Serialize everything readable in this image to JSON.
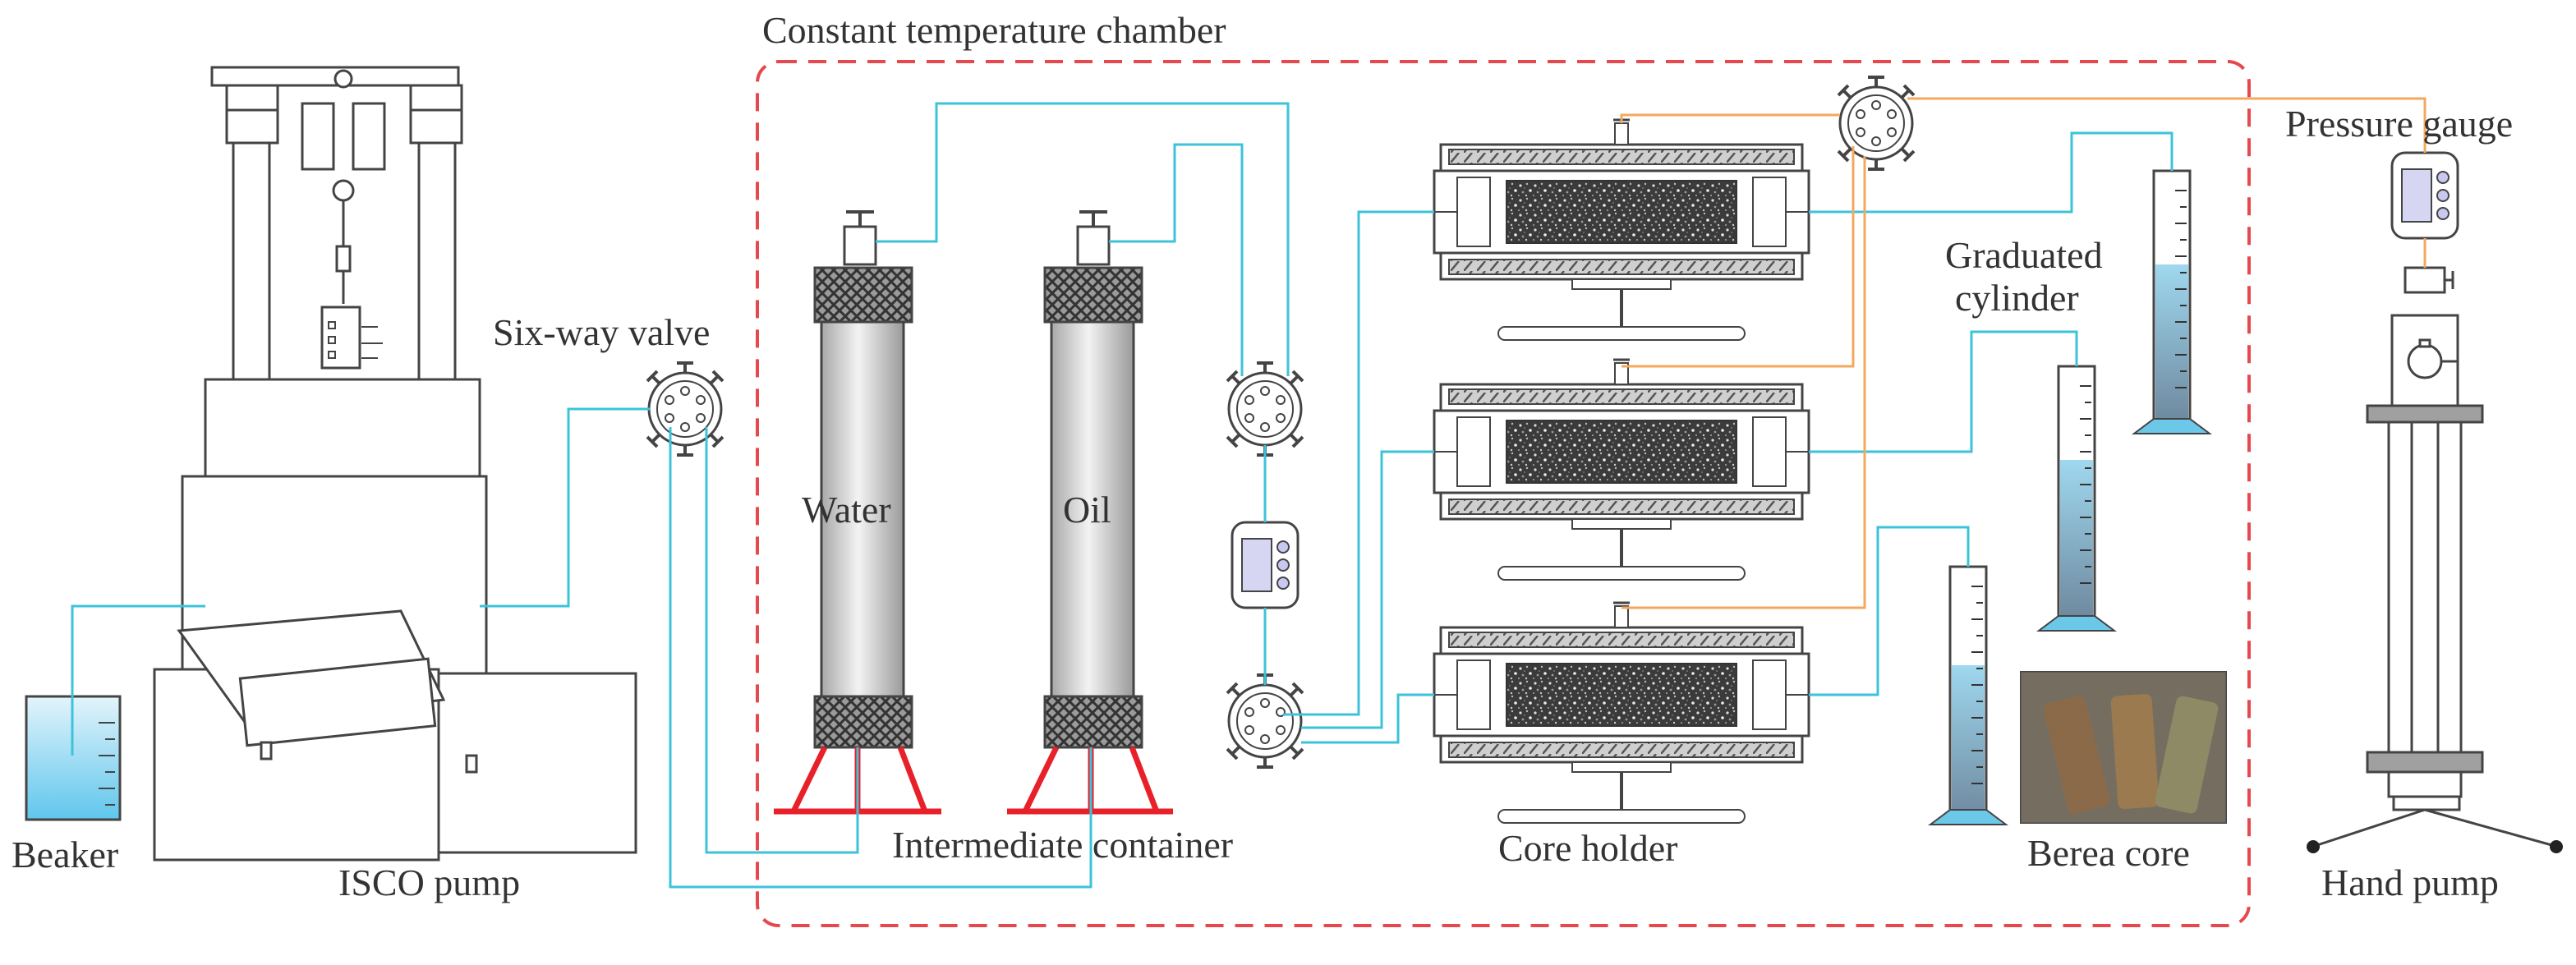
{
  "labels": {
    "chamber": "Constant temperature chamber",
    "six_way_valve": "Six-way valve",
    "water": "Water",
    "oil": "Oil",
    "intermediate_container": "Intermediate container",
    "core_holder": "Core holder",
    "graduated_cylinder_line1": "Graduated",
    "graduated_cylinder_line2": "cylinder",
    "berea_core": "Berea core",
    "pressure_gauge": "Pressure gauge",
    "hand_pump": "Hand pump",
    "beaker": "Beaker",
    "isco_pump": "ISCO pump"
  },
  "colors": {
    "water_line": "#3cc3da",
    "oil_line": "#f2a95d",
    "chamber_border": "#e5484d",
    "support": "#e8202a",
    "liquid": "#8fd3ee",
    "equipment_outline": "#444444"
  }
}
